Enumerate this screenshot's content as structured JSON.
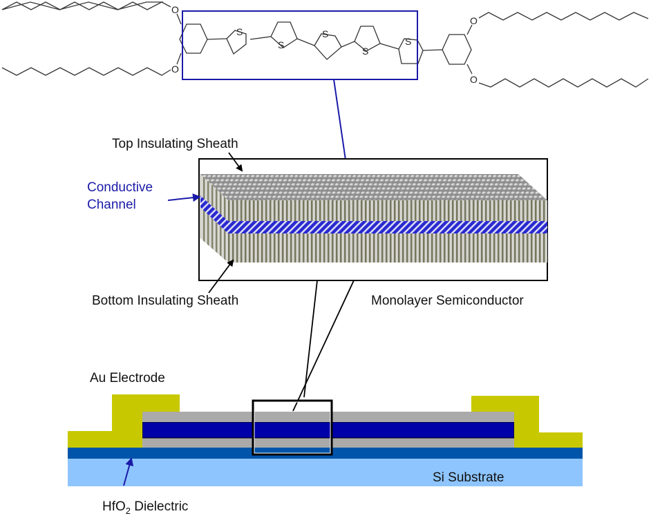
{
  "molecule": {
    "name": "bis(dialkoxyphenyl)-quinquethiophene",
    "atoms": {
      "oxygen": "O",
      "sulfur": "S"
    },
    "thiophene_count": 5,
    "alkyl_chain_count": 4
  },
  "labels": {
    "top_sheath": "Top Insulating Sheath",
    "conductive_line1": "Conductive",
    "conductive_line2": "Channel",
    "bottom_sheath": "Bottom Insulating Sheath",
    "monolayer": "Monolayer Semiconductor",
    "au_electrode": "Au Electrode",
    "si_substrate": "Si Substrate",
    "hfo2_prefix": "HfO",
    "hfo2_sub": "2",
    "hfo2_suffix": " Dielectric"
  },
  "colors": {
    "highlight_box": "#1a1aa8",
    "channel_blue": "#0000a8",
    "insulator_gray": "#aaaaaa",
    "gold": "#c8c800",
    "dielectric_blue": "#0055aa",
    "substrate_blue": "#8ec5ff",
    "label_blue": "#1a1aa8"
  }
}
